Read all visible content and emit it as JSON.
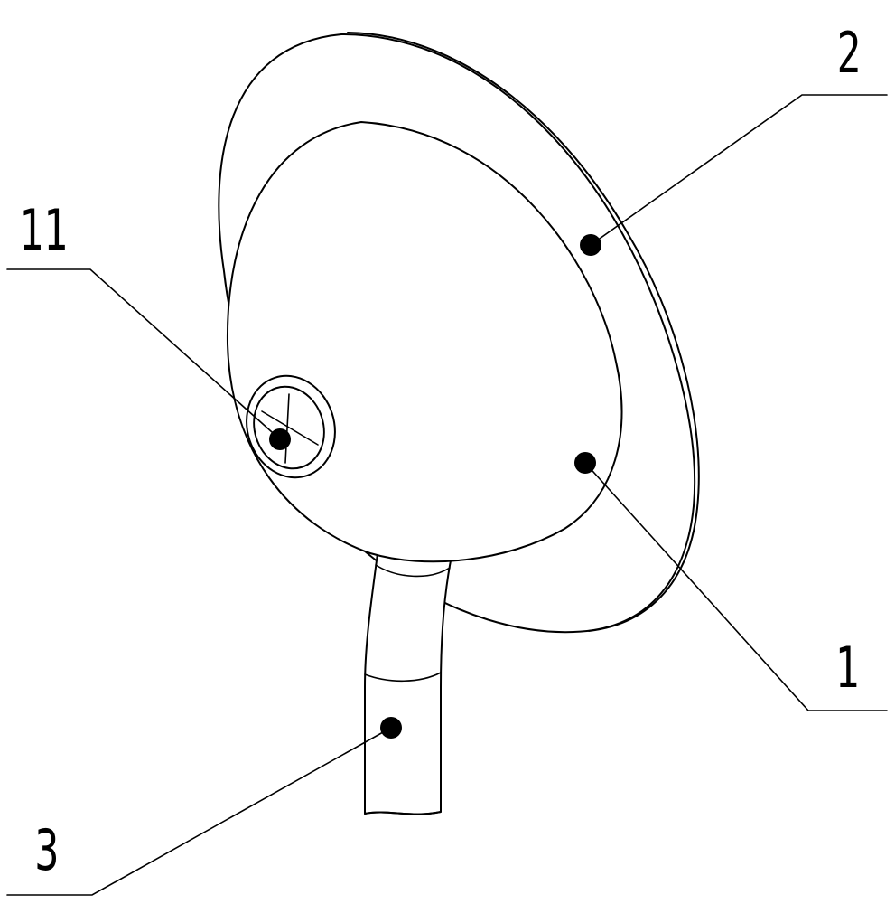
{
  "labels": {
    "label_2": "2",
    "label_11": "11",
    "label_1": "1",
    "label_3": "3"
  }
}
